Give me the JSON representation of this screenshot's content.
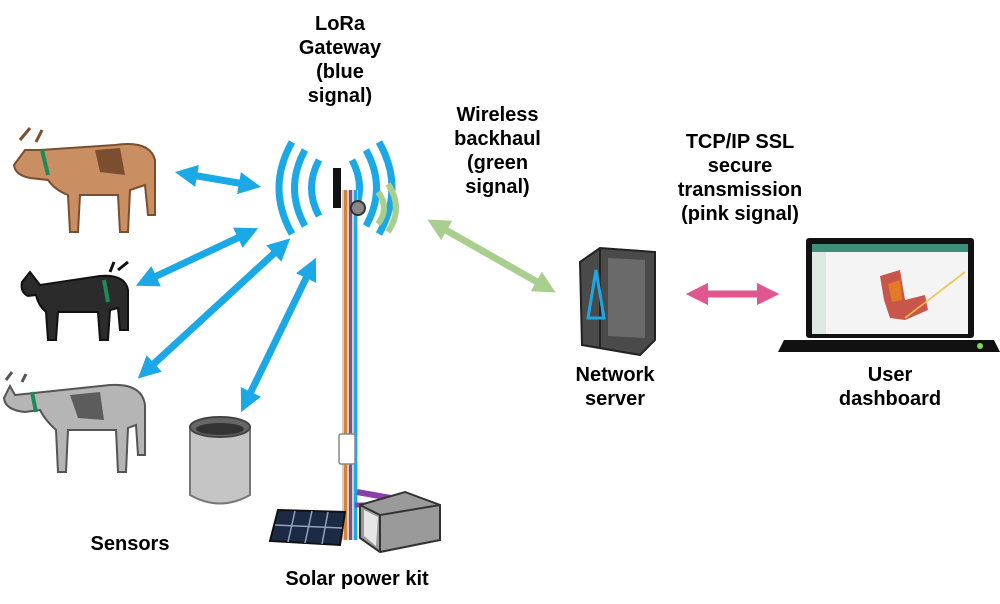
{
  "labels": {
    "gateway": "LoRa\nGateway\n(blue\nsignal)",
    "backhaul": "Wireless\nbackhaul\n(green\nsignal)",
    "tcpip": "TCP/IP SSL\nsecure\ntransmission\n(pink signal)",
    "network_server": "Network\nserver",
    "user_dashboard": "User\ndashboard",
    "sensors": "Sensors",
    "solar_power_kit": "Solar power kit"
  },
  "colors": {
    "blue_signal": "#1aa9e6",
    "green_signal": "#a9cf8f",
    "pink_signal": "#e0578f"
  }
}
